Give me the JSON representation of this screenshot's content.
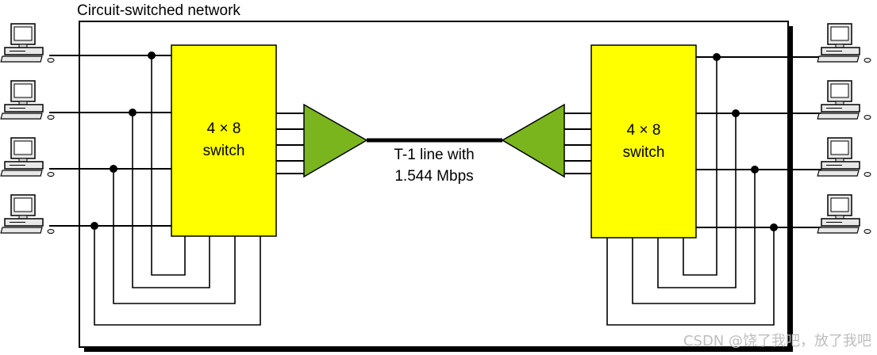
{
  "network": {
    "title": "Circuit-switched network"
  },
  "switches": {
    "left": {
      "line1": "4 × 8",
      "line2": "switch"
    },
    "right": {
      "line1": "4 × 8",
      "line2": "switch"
    }
  },
  "trunk": {
    "line1": "T-1 line with",
    "line2": "1.544 Mbps"
  },
  "watermark": {
    "text": "CSDN @饶了我吧，放了我吧"
  },
  "colors": {
    "switch_fill": "#ffff00",
    "mux_fill": "#7ab51d",
    "frame": "#000000"
  },
  "icons": {
    "terminal": "desktop-computer-icon",
    "mux": "multiplexer-triangle-icon"
  }
}
